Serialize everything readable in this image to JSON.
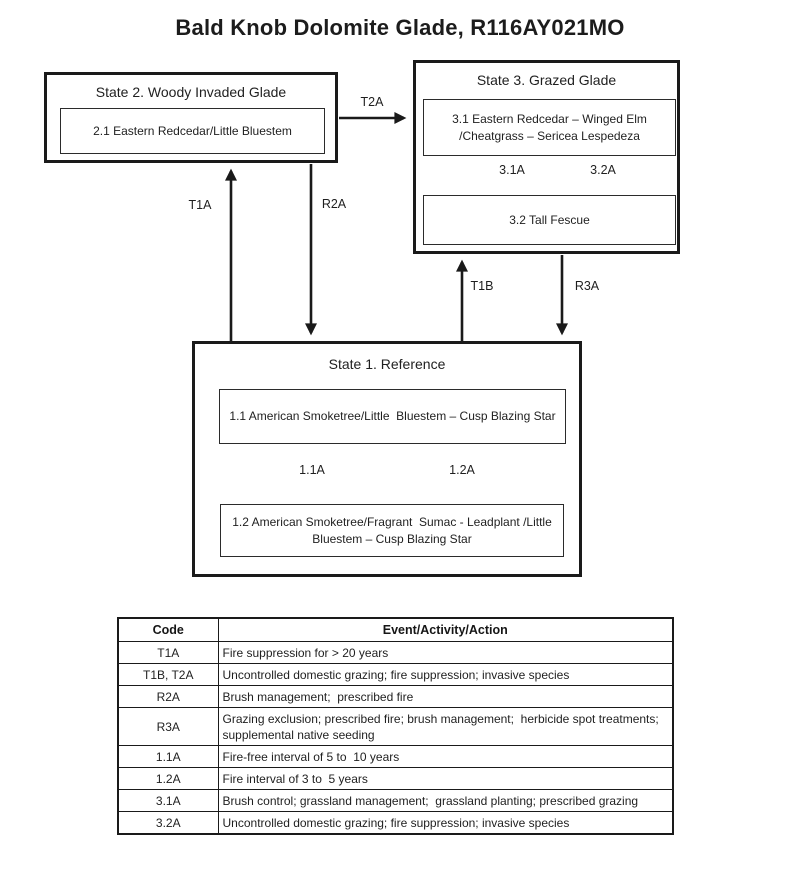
{
  "title": "Bald Knob Dolomite Glade, R116AY021MO",
  "diagram": {
    "state2": {
      "title": "State 2. Woody Invaded Glade",
      "community_21": "2.1 Eastern Redcedar/Little Bluestem"
    },
    "state3": {
      "title": "State 3. Grazed Glade",
      "community_31": "3.1 Eastern Redcedar – Winged Elm /Cheatgrass – Sericea Lespedeza",
      "community_32": "3.2 Tall Fescue"
    },
    "state1": {
      "title": "State 1. Reference",
      "community_11": "1.1 American Smoketree/Little  Bluestem – Cusp Blazing Star",
      "community_12": "1.2 American Smoketree/Fragrant  Sumac - Leadplant /Little Bluestem – Cusp Blazing Star"
    },
    "transitions": {
      "t2a": "T2A",
      "t1a": "T1A",
      "r2a": "R2A",
      "t1b": "T1B",
      "r3a": "R3A",
      "a31": "3.1A",
      "a32": "3.2A",
      "a11": "1.1A",
      "a12": "1.2A"
    },
    "line_color": "#1a1a1a"
  },
  "legend": {
    "headers": [
      "Code",
      "Event/Activity/Action"
    ],
    "rows": [
      {
        "code": "T1A",
        "action": "Fire suppression for > 20 years"
      },
      {
        "code": "T1B, T2A",
        "action": "Uncontrolled domestic grazing; fire suppression; invasive species"
      },
      {
        "code": "R2A",
        "action": "Brush management;  prescribed fire"
      },
      {
        "code": "R3A",
        "action": "Grazing exclusion; prescribed fire; brush management;  herbicide spot treatments;  supplemental native seeding"
      },
      {
        "code": "1.1A",
        "action": "Fire-free interval of 5 to  10 years"
      },
      {
        "code": "1.2A",
        "action": "Fire interval of 3 to  5 years"
      },
      {
        "code": "3.1A",
        "action": "Brush control; grassland management;  grassland planting; prescribed grazing"
      },
      {
        "code": "3.2A",
        "action": "Uncontrolled domestic grazing; fire suppression; invasive species"
      }
    ]
  }
}
